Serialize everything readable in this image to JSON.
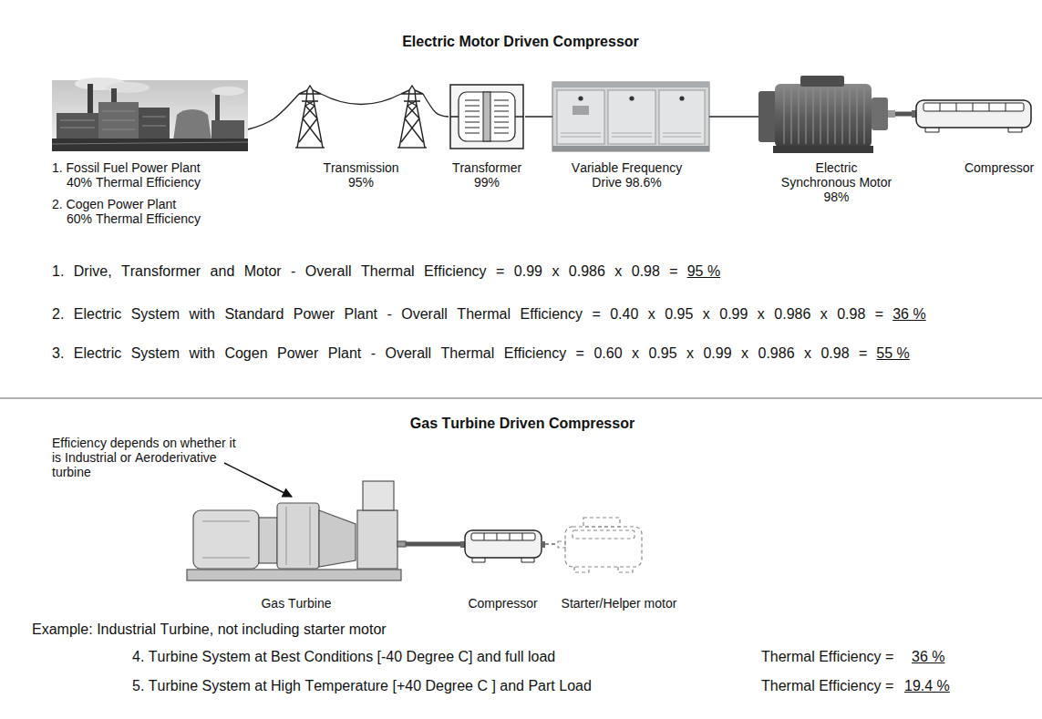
{
  "diagram": {
    "title": "Electric Motor Driven Compressor",
    "nodes": [
      {
        "text": [
          "1. Fossil Fuel Power Plant 40% Thermal Efficiency",
          "2. Cogen Power Plant 60% Thermal Efficiency"
        ]
      },
      {
        "text": [
          "Transmission 95%"
        ]
      },
      {
        "text": [
          "Transformer 99%"
        ]
      },
      {
        "text": [
          "Variable Frequency Drive 98.6%"
        ]
      },
      {
        "text": [
          "Electric Synchronous Motor 98%"
        ]
      },
      {
        "text": [
          "Compressor"
        ]
      },
      {
        "text": [
          "Gas Turbine"
        ]
      },
      {
        "text": [
          "Compressor"
        ]
      },
      {
        "text": [
          "Starter/Helper motor"
        ]
      }
    ],
    "edges": [
      {
        "from": 0,
        "to": 1,
        "arrow": "none"
      },
      {
        "from": 1,
        "to": 2,
        "arrow": "none"
      },
      {
        "from": 2,
        "to": 3,
        "arrow": "none"
      },
      {
        "from": 3,
        "to": 4,
        "arrow": "none"
      },
      {
        "from": 4,
        "to": 5,
        "arrow": "none"
      },
      {
        "from": 6,
        "to": 7,
        "arrow": "none"
      },
      {
        "from": 7,
        "to": 8,
        "arrow": "none"
      }
    ],
    "labels": [
      "1. Drive, Transformer and Motor - Overall Thermal Efficiency = 0.99 x 0.986 x 0.98 =",
      "95 %",
      "2. Electric System with Standard Power Plant - Overall Thermal Efficiency = 0.40 x 0.95 x 0.99 x 0.986 x 0.98 =",
      "36 %",
      "3. Electric System with Cogen Power Plant - Overall Thermal Efficiency = 0.60 x 0.95 x 0.99 x 0.986 x 0.98 =",
      "55 %",
      "Gas Turbine Driven Compressor",
      "Efficiency depends on whether it is Industrial or Aeroderivative turbine",
      "Example: Industrial Turbine, not including starter motor",
      "4. Turbine System at Best Conditions [-40 Degree C] and full load",
      "Thermal Efficiency =",
      "36 %",
      "5. Turbine System at High Temperature [+40 Degree C ] and Part Load",
      "Thermal Efficiency =",
      "19.4 %"
    ]
  }
}
